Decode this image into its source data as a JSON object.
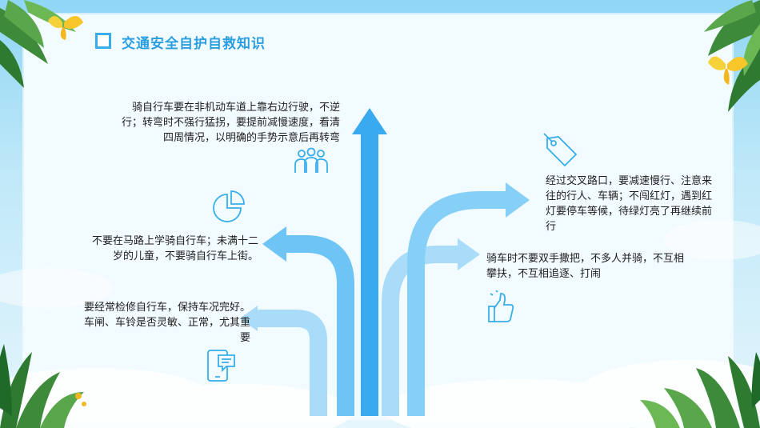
{
  "title": "交通安全自护自救知识",
  "tips": [
    {
      "text": "骑自行车要在非机动车道上靠右边行驶，不逆行；转弯时不强行猛拐，要提前减慢速度，看清四周情况，以明确的手势示意后再转弯",
      "icon": "people-icon"
    },
    {
      "text": "经过交叉路口，要减速慢行、注意来往的行人、车辆；不闯红灯，遇到红灯要停车等候，待绿灯亮了再继续前行",
      "icon": "tag-icon"
    },
    {
      "text": "不要在马路上学骑自行车；未满十二岁的儿童，不要骑自行车上街。",
      "icon": "pie-chart-icon"
    },
    {
      "text": "骑车时不要双手撒把，不多人并骑，不互相攀扶，不互相追逐、打闹",
      "icon": "thumbs-up-icon"
    },
    {
      "text": "要经常检修自行车，保持车况完好。车闸、车铃是否灵敏、正常，尤其重要",
      "icon": "phone-message-icon"
    }
  ],
  "colors": {
    "accent": "#2a9ee0",
    "arrow_dark": "#3aaaf0",
    "arrow_light": "#a9dcf8"
  }
}
